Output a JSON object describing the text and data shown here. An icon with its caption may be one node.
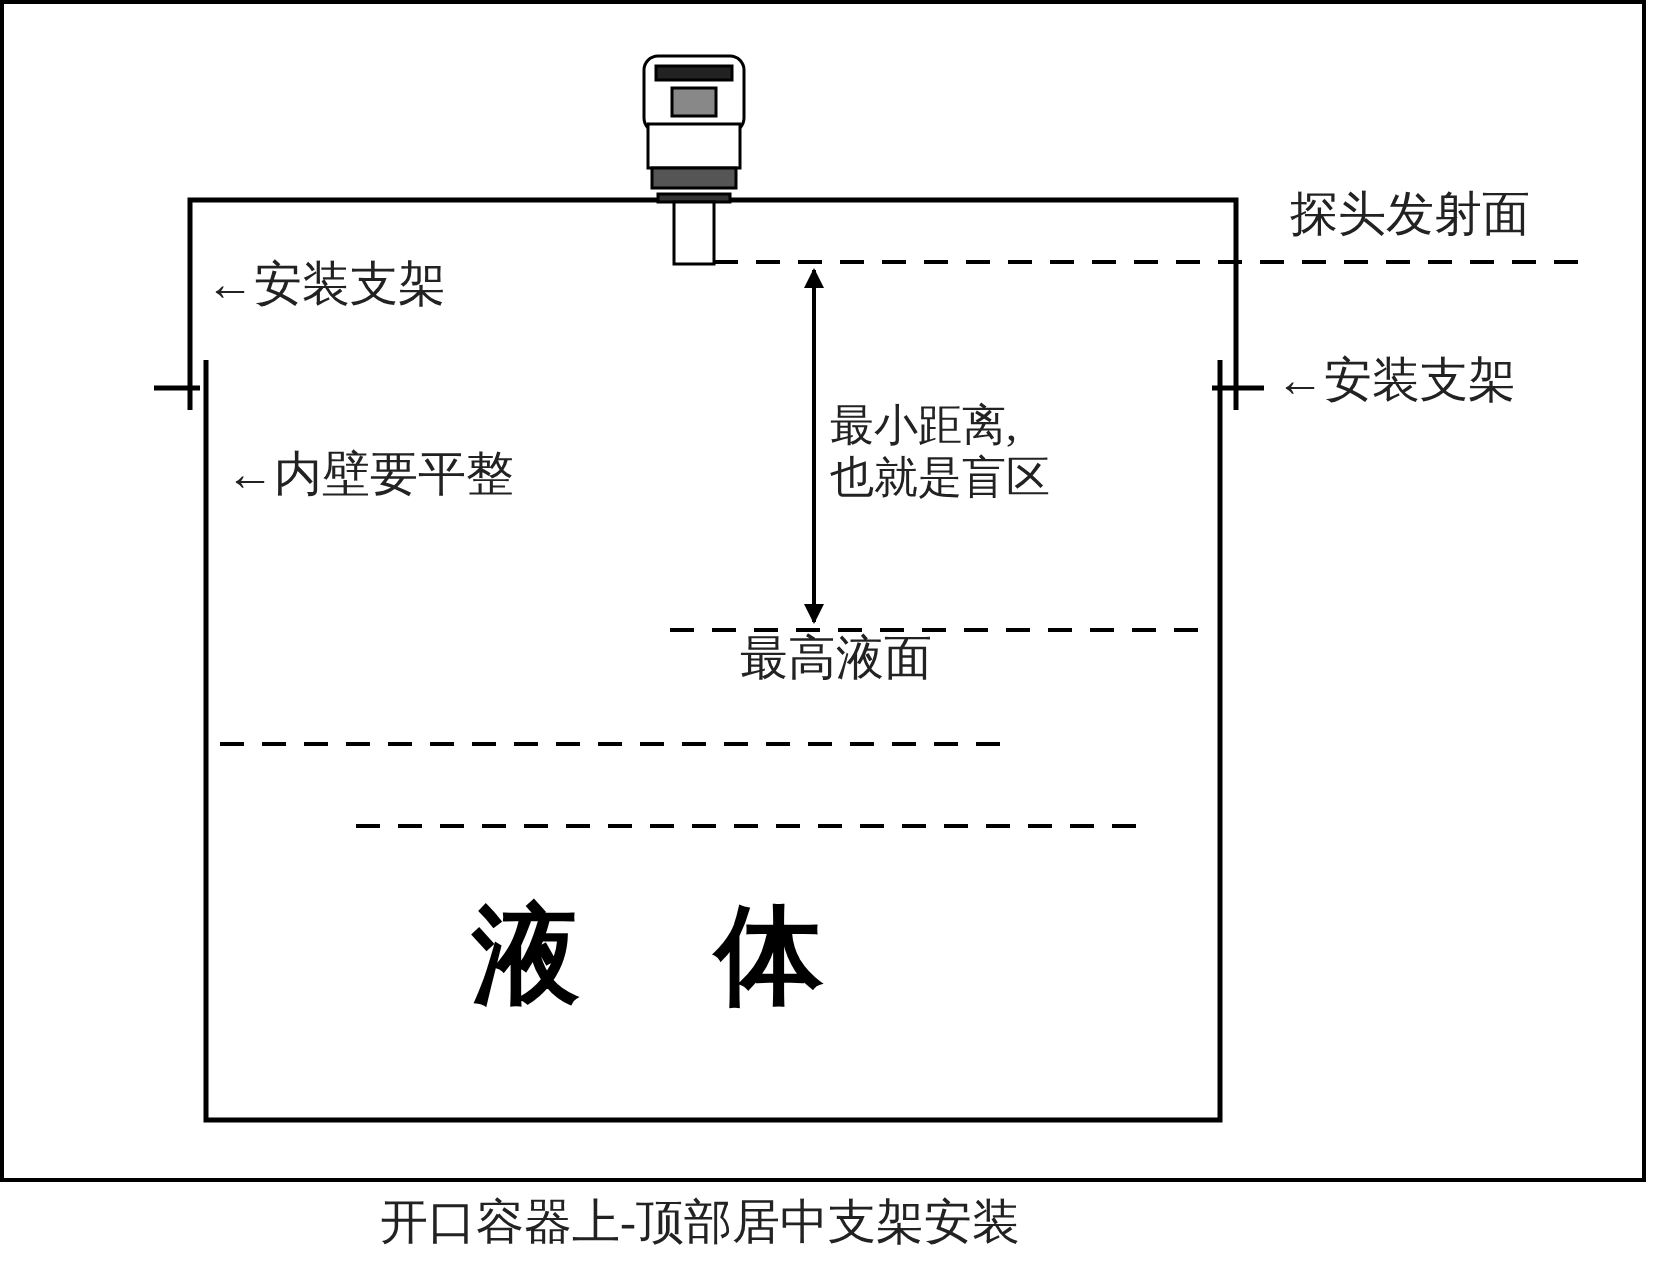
{
  "diagram": {
    "caption": "开口容器上-顶部居中支架安装",
    "labels": [
      "探头发射面",
      "←安装支架",
      "←安装支架",
      "最小距离,也就是盲区",
      "←内壁要平整",
      "最高液面",
      "液 体"
    ]
  }
}
